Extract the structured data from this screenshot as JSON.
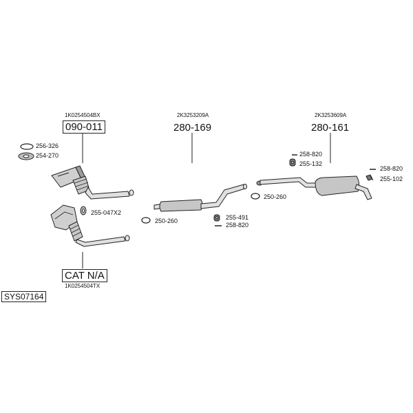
{
  "system_code": "SYS07164",
  "groups": {
    "catalyst": {
      "oem": "1K0254504BX",
      "part": "090-011",
      "oem_alt": "1K0254504TX",
      "part_alt": "CAT N/A",
      "parts": {
        "gasket_ring": "256-326",
        "flange_gasket": "254-270",
        "bolt_kit": "255-047X2"
      }
    },
    "middle_silencer": {
      "oem": "2K3253209A",
      "part": "280-169",
      "parts": {
        "clamp": "250-260",
        "rubber_mount": "255-491",
        "bolt": "258-820"
      }
    },
    "rear_silencer": {
      "oem": "2K3253609A",
      "part": "280-161",
      "parts": {
        "bolt_top": "258-820",
        "rubber_mount_top": "255-132",
        "clamp": "250-260",
        "bolt_right": "258-820",
        "hanger_right": "255-102"
      }
    }
  }
}
